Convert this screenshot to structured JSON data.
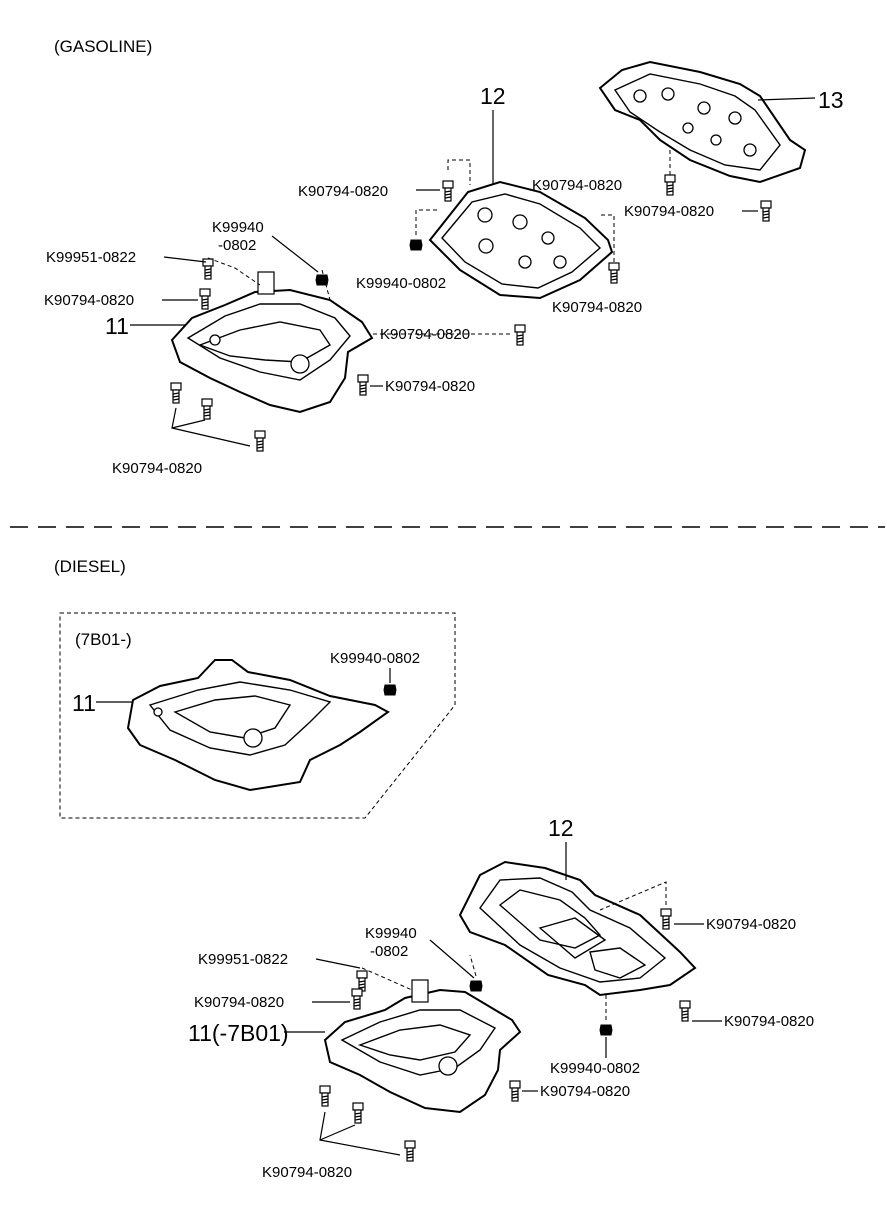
{
  "gasoline": {
    "title": "(GASOLINE)",
    "labels": {
      "part_11": "11",
      "part_12": "12",
      "part_13": "13",
      "k99940_stack_line1": "K99940",
      "k99940_stack_line2": "-0802",
      "k99951": "K99951-0822",
      "k90794_left": "K90794-0820",
      "k90794_mid": "K90794-0820",
      "k90794_right_lower": "K90794-0820",
      "k90794_bottom": "K90794-0820",
      "k90794_p12_left": "K90794-0820",
      "k99940_p12": "K99940-0802",
      "k90794_p12_right": "K90794-0820",
      "k90794_p13_a": "K90794-0820",
      "k90794_p13_b": "K90794-0820"
    }
  },
  "diesel": {
    "title": "(DIESEL)",
    "inset": {
      "title": "(7B01-)",
      "part_11": "11",
      "k99940": "K99940-0802"
    },
    "labels": {
      "part_12": "12",
      "part_11": "11(-7B01)",
      "k99940_stack_line1": "K99940",
      "k99940_stack_line2": "-0802",
      "k99951": "K99951-0822",
      "k90794_left": "K90794-0820",
      "k90794_mid": "K90794-0820",
      "k90794_bottom": "K90794-0820",
      "k90794_p12_top": "K90794-0820",
      "k90794_p12_right": "K90794-0820",
      "k99940_p12": "K99940-0802"
    }
  }
}
